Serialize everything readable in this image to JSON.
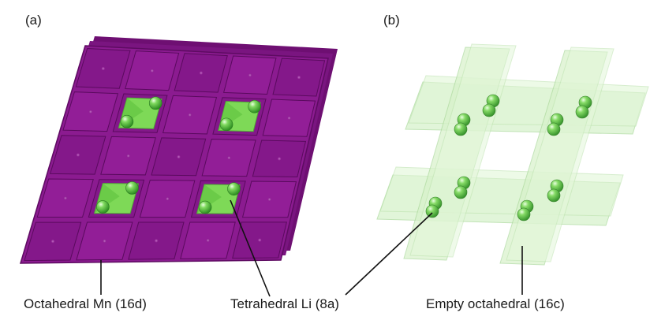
{
  "panels": [
    {
      "letter": "(a)"
    },
    {
      "letter": "(b)"
    }
  ],
  "captions": {
    "mn": "Octahedral Mn (16d)",
    "li": "Tetrahedral Li (8a)",
    "empty": "Empty octahedral (16c)"
  },
  "colors": {
    "mn_polyhedra": "#8a1a8e",
    "li_polyhedra": "#7ed957",
    "li_atoms": "#3fae2e",
    "empty_polyhedra": "#cdeec0",
    "leader_lines": "#111111"
  }
}
